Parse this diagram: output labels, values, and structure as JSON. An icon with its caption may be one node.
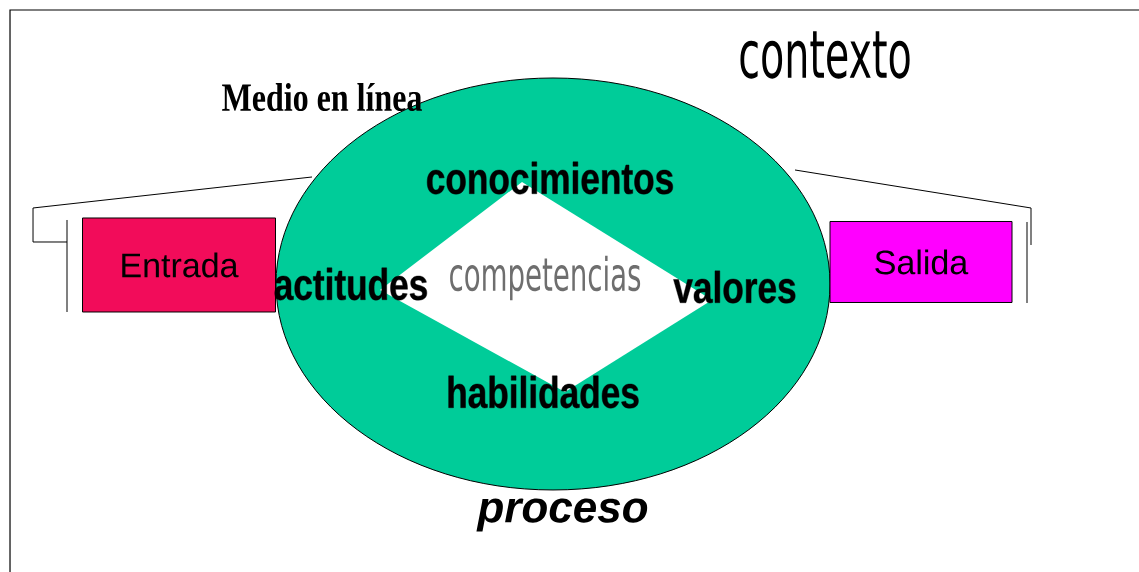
{
  "diagram": {
    "nodes": [
      {
        "text": [
          "Entrada"
        ]
      },
      {
        "text": [
          "conocimientos",
          "actitudes",
          "valores",
          "habilidades"
        ],
        "beside": [
          "proceso"
        ]
      },
      {
        "text": [
          "competencias"
        ],
        "in": 1
      },
      {
        "text": [
          "Salida"
        ]
      }
    ],
    "labels": [
      "contexto",
      "Medio en línea"
    ]
  }
}
